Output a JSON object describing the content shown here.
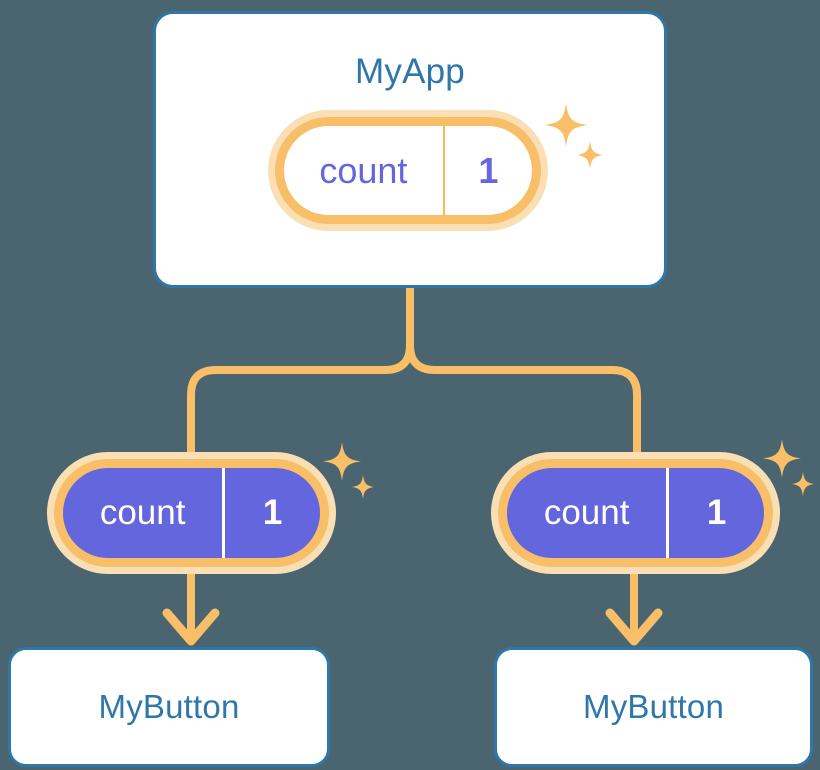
{
  "theme": {
    "background": "#4a6570",
    "card_border": "#2e77a8",
    "card_fill": "#ffffff",
    "title_color": "#2e77a8",
    "ring_outer": "#fbdfb4",
    "ring_inner": "#f8bf68",
    "wire_color": "#f8bf68",
    "state_purple": "#6366dd",
    "state_text_light": "#ffffff"
  },
  "diagram": {
    "type": "component-state-propagation-tree",
    "root": {
      "name": "root-component-card",
      "title": "MyApp",
      "state": {
        "key": "count",
        "value": "1",
        "style": "light"
      },
      "sparkle": "sparkle-icon"
    },
    "branches": [
      {
        "name": "left-branch",
        "state": {
          "key": "count",
          "value": "1",
          "style": "solid"
        },
        "sparkle": "sparkle-icon",
        "child": {
          "name": "child-component-card-left",
          "title": "MyButton"
        }
      },
      {
        "name": "right-branch",
        "state": {
          "key": "count",
          "value": "1",
          "style": "solid"
        },
        "sparkle": "sparkle-icon",
        "child": {
          "name": "child-component-card-right",
          "title": "MyButton"
        }
      }
    ],
    "connectors": {
      "trunk": "vertical-branch-connector",
      "arrows": [
        "down-arrow-left",
        "down-arrow-right"
      ]
    }
  }
}
